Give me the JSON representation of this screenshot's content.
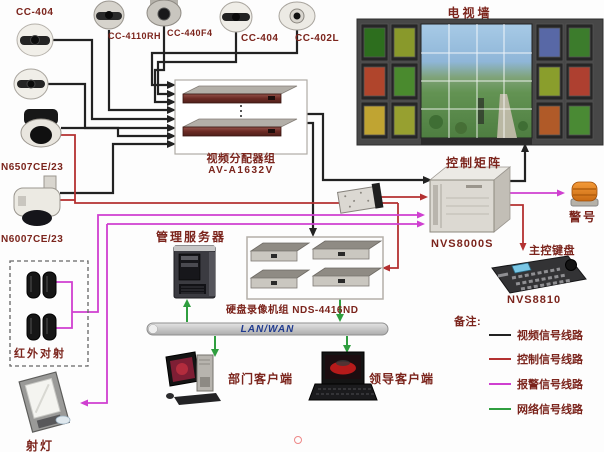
{
  "cameras": {
    "left_top": {
      "model": "CC-404"
    },
    "top_row": [
      {
        "model": "CC-4110RH"
      },
      {
        "model": "CC-440F4"
      },
      {
        "model": "CC-404"
      },
      {
        "model": "CC-402L"
      }
    ],
    "ceiling_dome": {
      "model": "N6507CE/23"
    },
    "speed_dome": {
      "model": "N6007CE/23"
    }
  },
  "video_distributor": {
    "name": "视频分配器组",
    "model": "AV-A1632V"
  },
  "tv_wall": {
    "name": "电视墙"
  },
  "control_matrix": {
    "name": "控制矩阵",
    "model": "NVS8000S"
  },
  "alarm_horn": {
    "name": "警号"
  },
  "control_keyboard": {
    "name": "主控键盘",
    "model": "NVS8810"
  },
  "management_server": {
    "name": "管理服务器"
  },
  "dvr_group": {
    "name": "硬盘录像机组",
    "model": "NDS-4416ND"
  },
  "network_bus": {
    "name": "LAN/WAN"
  },
  "infrared_detector": {
    "name": "红外对射"
  },
  "spotlight": {
    "name": "射灯"
  },
  "department_client": {
    "name": "部门客户端"
  },
  "leader_client": {
    "name": "领导客户端"
  },
  "legend": {
    "title": "备注:",
    "items": [
      {
        "name": "视频信号线路",
        "color": "#222222"
      },
      {
        "name": "控制信号线路",
        "color": "#b43131"
      },
      {
        "name": "报警信号线路",
        "color": "#cf3fd0"
      },
      {
        "name": "网络信号线路",
        "color": "#2f9e3f"
      }
    ]
  }
}
